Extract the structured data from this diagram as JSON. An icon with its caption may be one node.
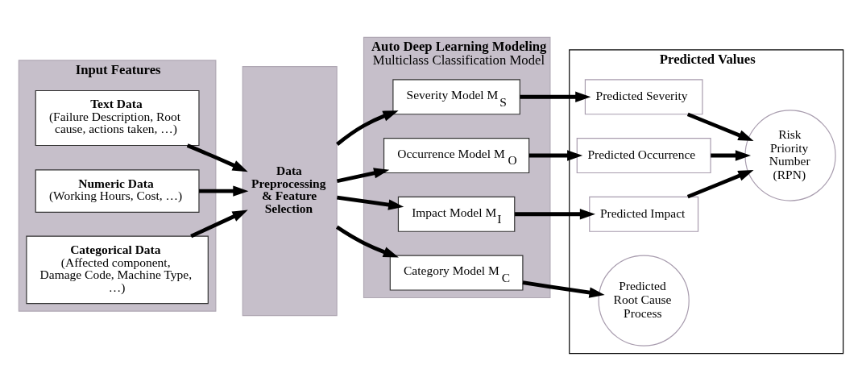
{
  "diagram": {
    "nodes": [
      {
        "text": [
          "Input Features"
        ]
      },
      {
        "text": [
          "Text Data",
          "(Failure Description, Root cause, actions taken, …)"
        ],
        "in": 0
      },
      {
        "text": [
          "Numeric Data",
          "(Working Hours, Cost, …)"
        ],
        "in": 0
      },
      {
        "text": [
          "Categorical Data",
          "(Affected component, Damage Code, Machine Type, …)"
        ],
        "in": 0
      },
      {
        "text": [
          "Data Preprocessing & Feature Selection"
        ]
      },
      {
        "text": [
          "Auto Deep Learning Modeling",
          "Multiclass Classification Model"
        ]
      },
      {
        "text": [
          "Severity Model M$_{S}$"
        ],
        "in": 5
      },
      {
        "text": [
          "Occurrence Model M$_{O}$"
        ],
        "in": 5
      },
      {
        "text": [
          "Impact Model M$_{I}$"
        ],
        "in": 5
      },
      {
        "text": [
          "Category Model M$_{C}$"
        ],
        "in": 5
      },
      {
        "text": [
          "Predicted Values"
        ]
      },
      {
        "text": [
          "Predicted Severity"
        ],
        "in": 10
      },
      {
        "text": [
          "Predicted Occurrence"
        ],
        "in": 10
      },
      {
        "text": [
          "Predicted Impact"
        ],
        "in": 10
      },
      {
        "text": [
          "Risk Priority Number (RPN)"
        ],
        "in": 10
      },
      {
        "text": [
          "Predicted Root Cause Process"
        ],
        "in": 10
      }
    ],
    "edges": [
      {
        "from": 1,
        "to": 4,
        "arrow": "to"
      },
      {
        "from": 2,
        "to": 4,
        "arrow": "to"
      },
      {
        "from": 3,
        "to": 4,
        "arrow": "to"
      },
      {
        "from": 4,
        "to": 6,
        "arrow": "to"
      },
      {
        "from": 4,
        "to": 7,
        "arrow": "to"
      },
      {
        "from": 4,
        "to": 8,
        "arrow": "to"
      },
      {
        "from": 4,
        "to": 9,
        "arrow": "to"
      },
      {
        "from": 6,
        "to": 11,
        "arrow": "to"
      },
      {
        "from": 7,
        "to": 12,
        "arrow": "to"
      },
      {
        "from": 8,
        "to": 13,
        "arrow": "to"
      },
      {
        "from": 11,
        "to": 14,
        "arrow": "to"
      },
      {
        "from": 12,
        "to": 14,
        "arrow": "to"
      },
      {
        "from": 13,
        "to": 14,
        "arrow": "to"
      },
      {
        "from": 9,
        "to": 15,
        "arrow": "to"
      }
    ]
  }
}
